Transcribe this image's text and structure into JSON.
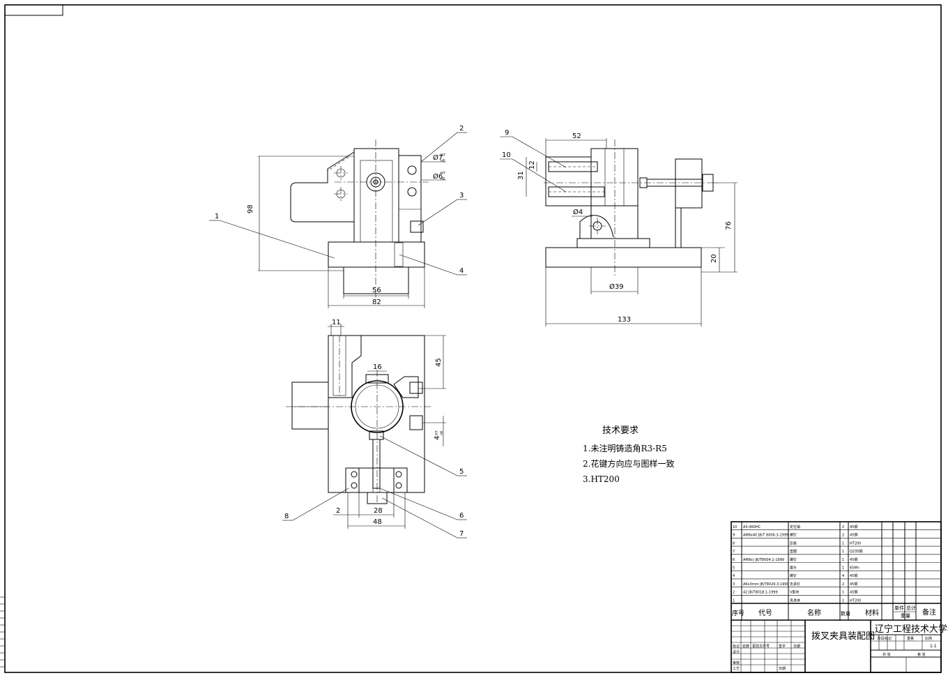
{
  "drawing": {
    "view1": {
      "dims": {
        "height": "98",
        "width_inner": "56",
        "width_outer": "82"
      },
      "fits": {
        "f1_dia": "Ø7",
        "f1_num": "H7",
        "f1_den": "n6",
        "f2_dia": "Ø6",
        "f2_num": "H7",
        "f2_den": "n6"
      },
      "callouts": [
        "1",
        "2",
        "3",
        "4"
      ]
    },
    "view2": {
      "dims": {
        "top": "52",
        "d12": "12",
        "d31": "31",
        "d4": "Ø4",
        "d39": "Ø39",
        "d133": "133",
        "d76": "76",
        "d20": "20"
      },
      "callouts": [
        "9",
        "10"
      ]
    },
    "view3": {
      "dims": {
        "d11": "11",
        "d16": "16",
        "d45": "45",
        "d28": "28",
        "d48": "48",
        "d2": "2"
      },
      "fits": {
        "f3_dia": "4",
        "f3_num": "H7",
        "f3_den": "n6"
      },
      "callouts": [
        "5",
        "6",
        "7",
        "8"
      ]
    },
    "tech_requirements": {
      "title": "技术要求",
      "items": [
        "1.未注明铸造角R3-R5",
        "2.花键方向应与图样一致",
        "3.HT200"
      ]
    }
  },
  "parts_list": [
    {
      "no": "10",
      "code": "A3-460HC",
      "name": "定位销",
      "qty": "2",
      "material": "45钢"
    },
    {
      "no": "9",
      "code": "AM8x40 JB/T 8006.3-1999",
      "name": "螺钉",
      "qty": "2",
      "material": "45钢"
    },
    {
      "no": "8",
      "code": "",
      "name": "压板",
      "qty": "1",
      "material": "HT200"
    },
    {
      "no": "7",
      "code": "",
      "name": "垫圈",
      "qty": "1",
      "material": "Q235钢"
    },
    {
      "no": "6",
      "code": "AM8x) JB/T8004.1-1999",
      "name": "螺钉",
      "qty": "1",
      "material": "45钢"
    },
    {
      "no": "5",
      "code": "",
      "name": "套头",
      "qty": "1",
      "material": "65Mn"
    },
    {
      "no": "4",
      "code": "",
      "name": "螺钉",
      "qty": "4",
      "material": "45钢"
    },
    {
      "no": "3",
      "code": "A6x3mm JB/T8029.3-1999",
      "name": "支承钉",
      "qty": "2",
      "material": "45钢"
    },
    {
      "no": "2",
      "code": "42 JB/T8018.1-1999",
      "name": "V型块",
      "qty": "1",
      "material": "45钢"
    },
    {
      "no": "1",
      "code": "",
      "name": "夹具体",
      "qty": "1",
      "material": "HT200"
    }
  ],
  "parts_header": {
    "no": "序号",
    "code": "代号",
    "name": "名称",
    "qty": "数量",
    "material": "材料",
    "unit": "单件",
    "total": "总计",
    "weight": "重量",
    "remark": "备注"
  },
  "title_block": {
    "drawing_name": "拨叉夹具装配图",
    "school": "辽宁工程技术大学",
    "scale": "1:1",
    "small_labels": [
      "标记",
      "处数",
      "更改文件号",
      "签字",
      "日期",
      "设计",
      "审核",
      "工艺",
      "日期",
      "阶段标记",
      "重量",
      "比例",
      "共 张",
      "第 张"
    ]
  }
}
